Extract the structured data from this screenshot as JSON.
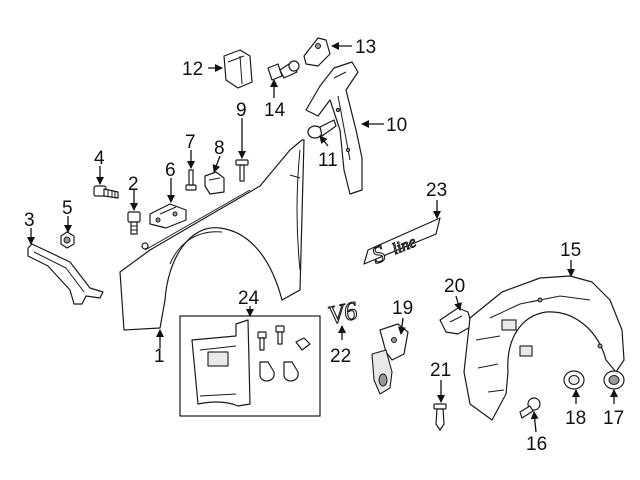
{
  "diagram": {
    "callouts": [
      "1",
      "2",
      "3",
      "4",
      "5",
      "6",
      "7",
      "8",
      "9",
      "10",
      "11",
      "12",
      "13",
      "14",
      "15",
      "16",
      "17",
      "18",
      "19",
      "20",
      "21",
      "22",
      "23",
      "24"
    ],
    "badges": {
      "v6": "V6",
      "sline": "line",
      "sline_mark": "S"
    }
  }
}
